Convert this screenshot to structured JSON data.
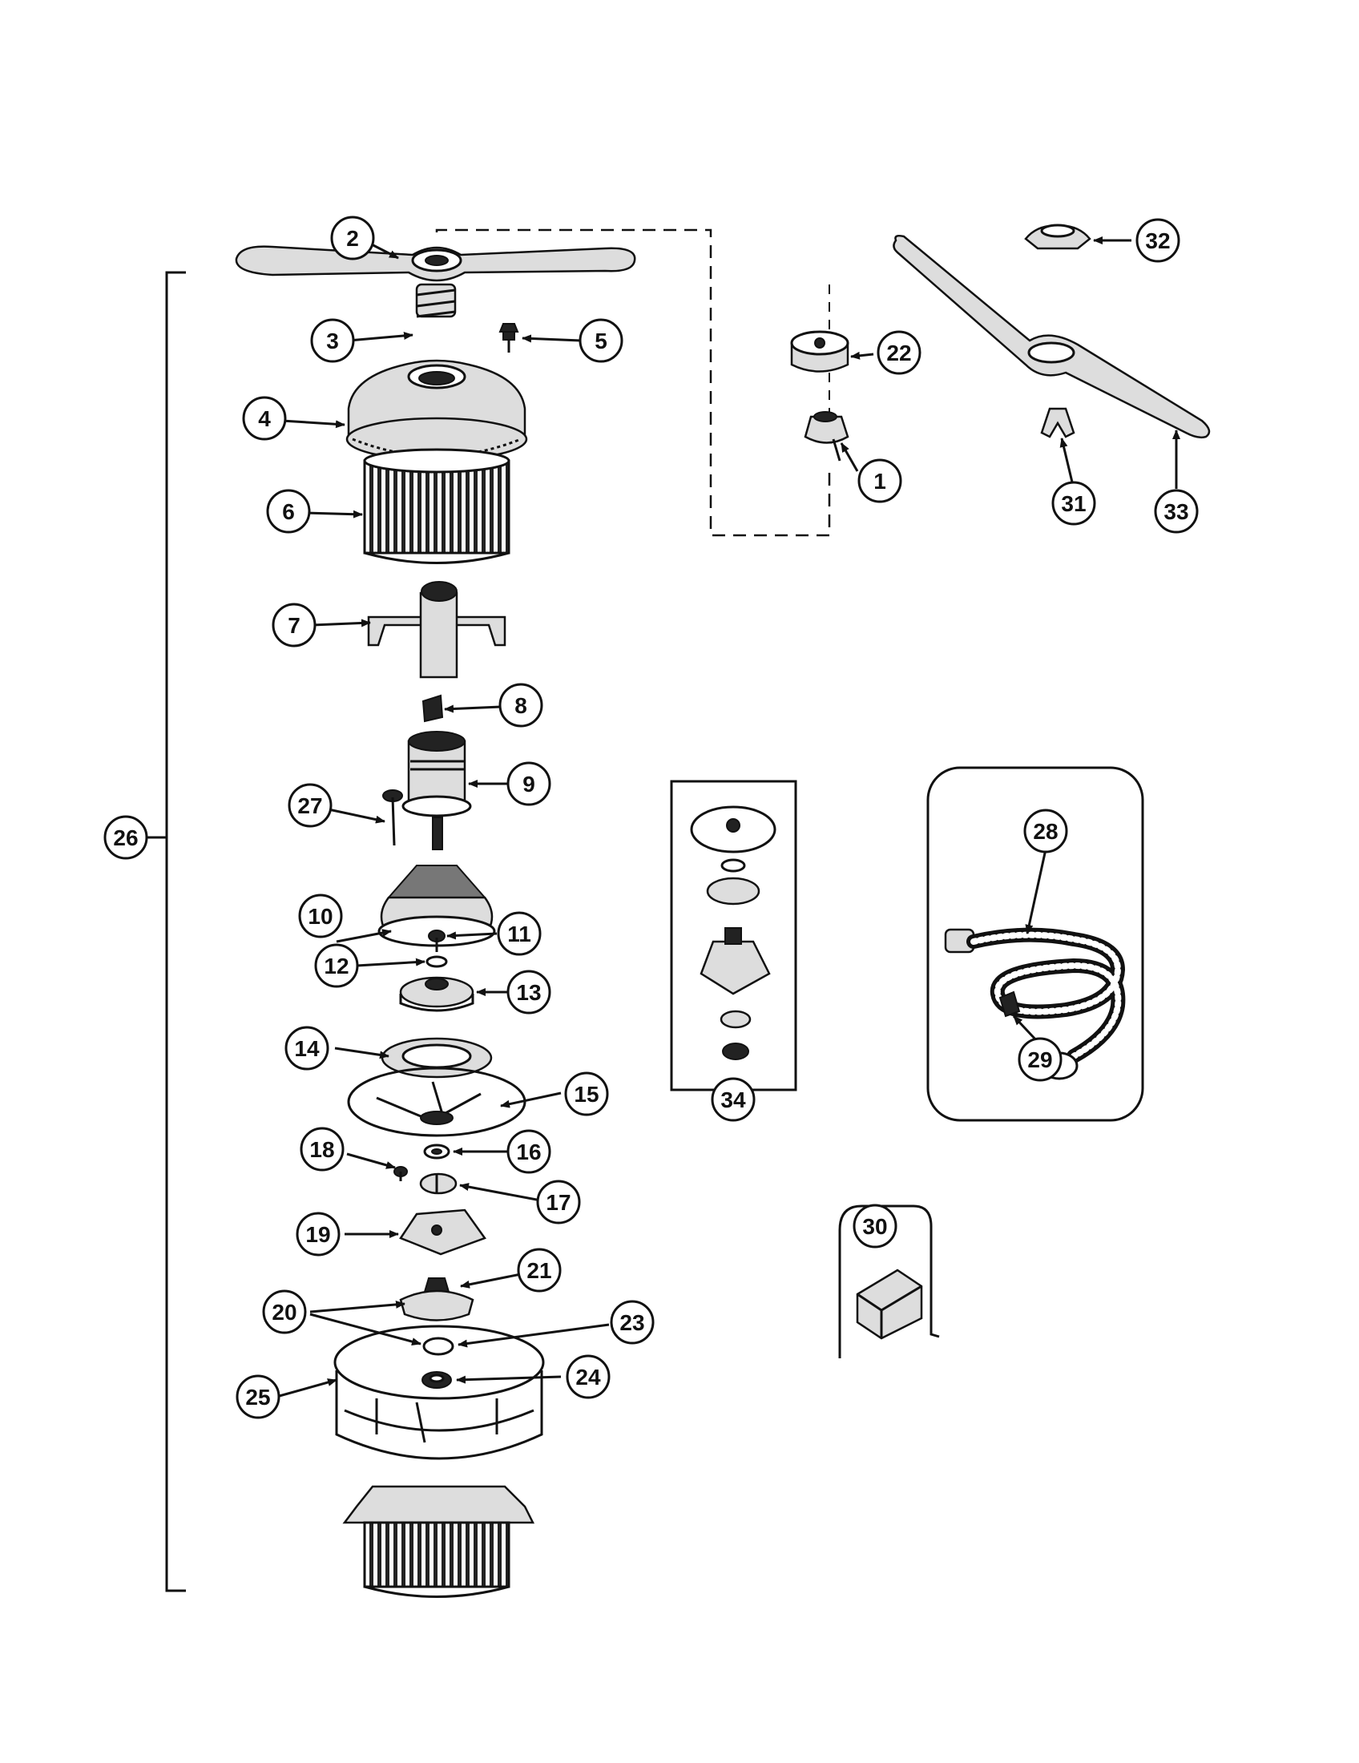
{
  "callouts": [
    "1",
    "2",
    "3",
    "4",
    "5",
    "6",
    "7",
    "8",
    "9",
    "10",
    "11",
    "12",
    "13",
    "14",
    "15",
    "16",
    "17",
    "18",
    "19",
    "20",
    "21",
    "22",
    "23",
    "24",
    "25",
    "26",
    "27",
    "28",
    "29",
    "30",
    "31",
    "32",
    "33",
    "34"
  ],
  "colors": {
    "ink": "#111111",
    "paper": "#ffffff"
  }
}
